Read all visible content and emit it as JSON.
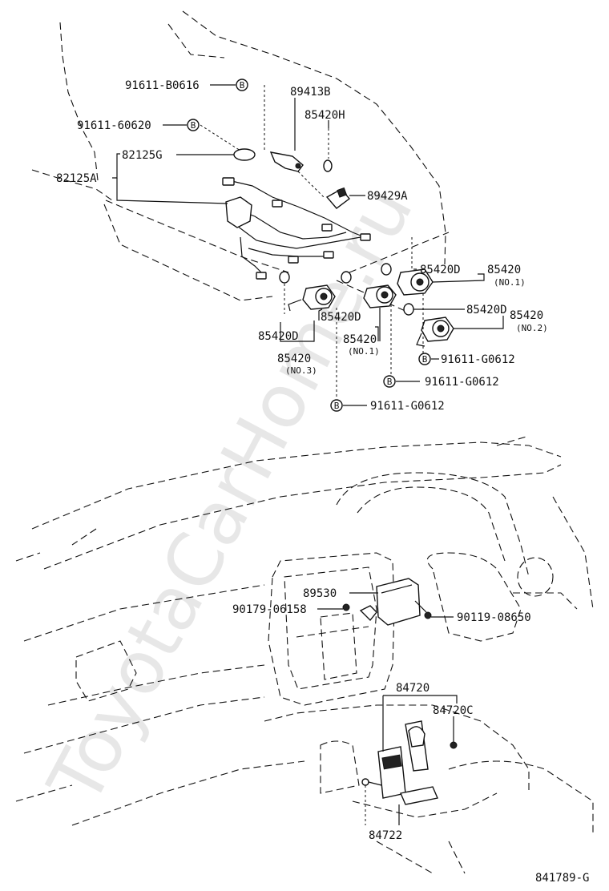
{
  "labels": {
    "p91611_b0616": "91611-B0616",
    "p89413b": "89413B",
    "p85420h": "85420H",
    "p91611_60620": "91611-60620",
    "p82125g": "82125G",
    "p82125a": "82125A",
    "p89429a": "89429A",
    "p85420d_a": "85420D",
    "p85420_no1_a": "85420",
    "p85420_no1_a_sub": "(NO.1)",
    "p85420d_b": "85420D",
    "p85420_no2": "85420",
    "p85420_no2_sub": "(NO.2)",
    "p91611_g0612_a": "91611-G0612",
    "p85420d_c": "85420D",
    "p85420d_d": "85420D",
    "p85420_no1_b": "85420",
    "p85420_no1_b_sub": "(NO.1)",
    "p91611_g0612_b": "91611-G0612",
    "p85420_no3": "85420",
    "p85420_no3_sub": "(NO.3)",
    "p91611_g0612_c": "91611-G0612",
    "p89530": "89530",
    "p90179_06158": "90179-06158",
    "p90119_08650": "90119-08650",
    "p84720": "84720",
    "p84720c": "84720C",
    "p84722": "84722",
    "drawing_no": "841789-G"
  },
  "bolt_glyph": "B",
  "watermark": "ToyotaCarHome.ru"
}
